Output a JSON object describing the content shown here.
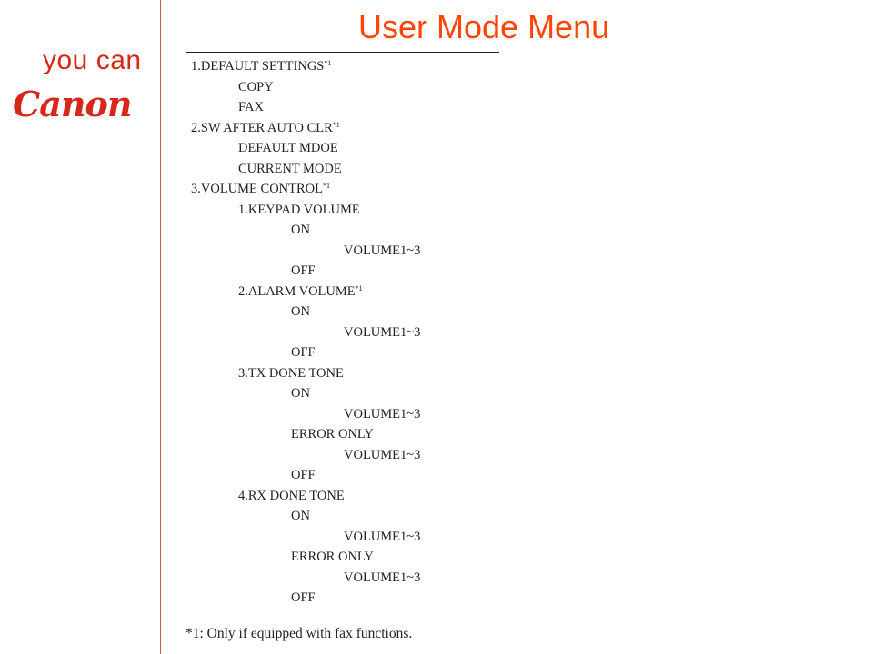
{
  "brand": {
    "tagline": "you can",
    "name": "Canon",
    "accent_color": "#d62718"
  },
  "slide": {
    "title": "User Mode Menu",
    "title_color": "#ff4500"
  },
  "menu": {
    "items": [
      {
        "depth": 0,
        "text": "1.DEFAULT SETTINGS",
        "note": "*1"
      },
      {
        "depth": 1,
        "text": "COPY",
        "note": ""
      },
      {
        "depth": 1,
        "text": "FAX",
        "note": ""
      },
      {
        "depth": 0,
        "text": "2.SW AFTER AUTO CLR",
        "note": "*1"
      },
      {
        "depth": 1,
        "text": "DEFAULT MDOE",
        "note": ""
      },
      {
        "depth": 1,
        "text": "CURRENT MODE",
        "note": ""
      },
      {
        "depth": 0,
        "text": "3.VOLUME CONTROL",
        "note": "*1"
      },
      {
        "depth": 1,
        "text": "1.KEYPAD VOLUME",
        "note": ""
      },
      {
        "depth": 2,
        "text": "ON",
        "note": ""
      },
      {
        "depth": 3,
        "text": "VOLUME1~3",
        "note": ""
      },
      {
        "depth": 2,
        "text": "OFF",
        "note": ""
      },
      {
        "depth": 1,
        "text": "2.ALARM VOLUME",
        "note": "*1"
      },
      {
        "depth": 2,
        "text": "ON",
        "note": ""
      },
      {
        "depth": 3,
        "text": "VOLUME1~3",
        "note": ""
      },
      {
        "depth": 2,
        "text": "OFF",
        "note": ""
      },
      {
        "depth": 1,
        "text": "3.TX DONE TONE",
        "note": ""
      },
      {
        "depth": 2,
        "text": "ON",
        "note": ""
      },
      {
        "depth": 3,
        "text": "VOLUME1~3",
        "note": ""
      },
      {
        "depth": 2,
        "text": "ERROR ONLY",
        "note": ""
      },
      {
        "depth": 3,
        "text": "VOLUME1~3",
        "note": ""
      },
      {
        "depth": 2,
        "text": "OFF",
        "note": ""
      },
      {
        "depth": 1,
        "text": "4.RX DONE TONE",
        "note": ""
      },
      {
        "depth": 2,
        "text": "ON",
        "note": ""
      },
      {
        "depth": 3,
        "text": "VOLUME1~3",
        "note": ""
      },
      {
        "depth": 2,
        "text": "ERROR ONLY",
        "note": ""
      },
      {
        "depth": 3,
        "text": "VOLUME1~3",
        "note": ""
      },
      {
        "depth": 2,
        "text": "OFF",
        "note": ""
      }
    ]
  },
  "footnote": "*1: Only if equipped with fax functions."
}
